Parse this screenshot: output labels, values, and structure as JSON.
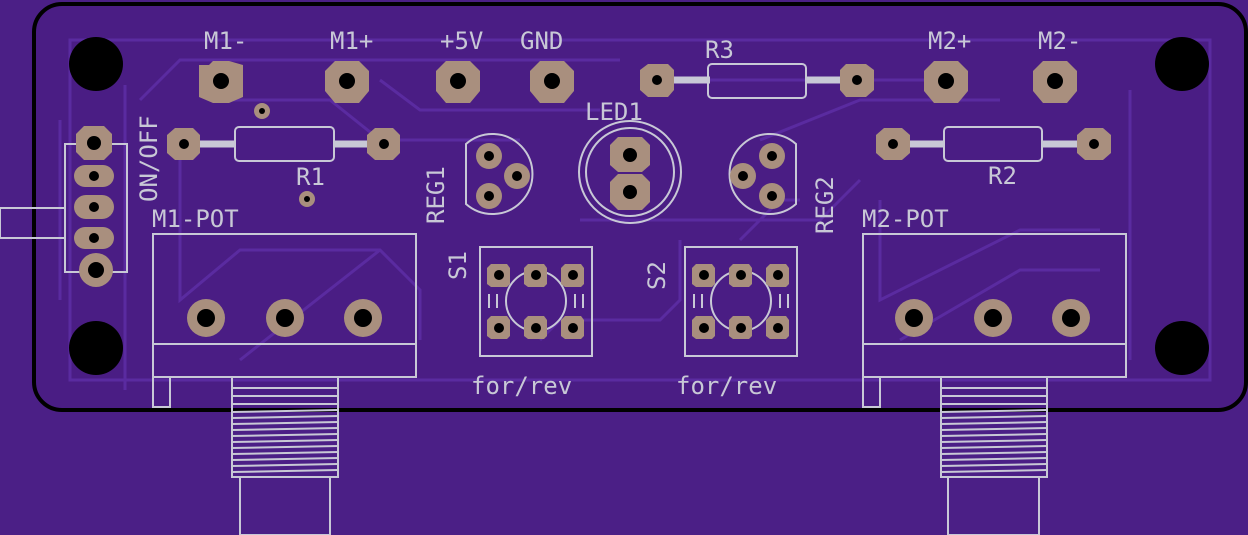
{
  "board": {
    "labels": {
      "m1_minus": "M1-",
      "m1_plus": "M1+",
      "plus5v": "+5V",
      "gnd": "GND",
      "r3": "R3",
      "m2_plus": "M2+",
      "m2_minus": "M2-",
      "led1": "LED1",
      "r1": "R1",
      "r2": "R2",
      "on_off": "ON/OFF",
      "reg1": "REG1",
      "reg2": "REG2",
      "m1_pot": "M1-POT",
      "m2_pot": "M2-POT",
      "s1": "S1",
      "s2": "S2",
      "s1_caption": "for/rev",
      "s2_caption": "for/rev"
    }
  },
  "colors": {
    "board": "#4b1f86",
    "silkscreen": "#c8c8d6",
    "copper_pad": "#a98f7e",
    "outline": "#000000"
  }
}
